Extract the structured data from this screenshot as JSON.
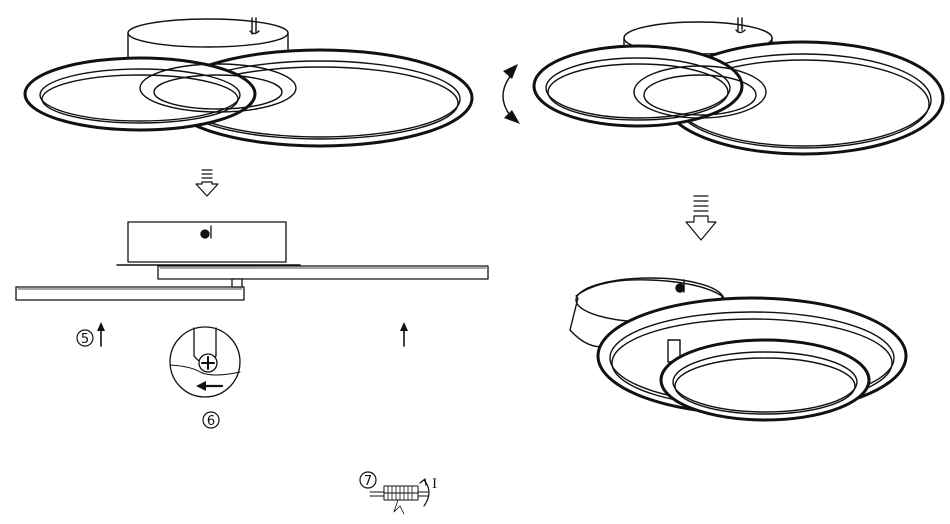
{
  "steps": {
    "s5": "5",
    "s6": "6",
    "s7": "7"
  },
  "switch_mark": "I"
}
